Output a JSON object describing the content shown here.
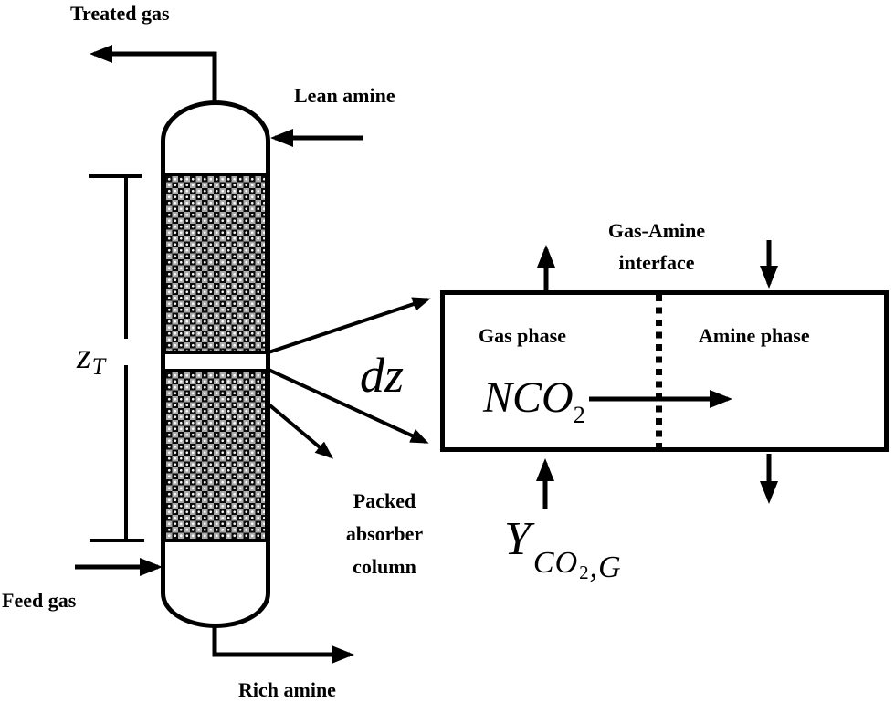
{
  "figure": {
    "column": {
      "treated_gas_label": "Treated gas",
      "lean_amine_label": "Lean amine",
      "feed_gas_label": "Feed gas",
      "rich_amine_label": "Rich amine",
      "packed_column_label": "Packed\nabsorber\ncolumn",
      "height_symbol": {
        "base": "z",
        "sub": "T"
      }
    },
    "slice": {
      "dz_label": "dz"
    },
    "interface_box": {
      "title": "Gas-Amine\ninterface",
      "gas_phase_label": "Gas phase",
      "amine_phase_label": "Amine phase",
      "flux_symbol": {
        "base": "NCO",
        "sub": "2"
      },
      "mole_fraction_symbol": {
        "base": "Y",
        "sub_main": "CO",
        "sub_sub": "2",
        "sub_tail": ",G"
      }
    },
    "colors": {
      "ink": "#000000",
      "background": "#ffffff",
      "packing_fill": "#a9a9a9"
    }
  }
}
